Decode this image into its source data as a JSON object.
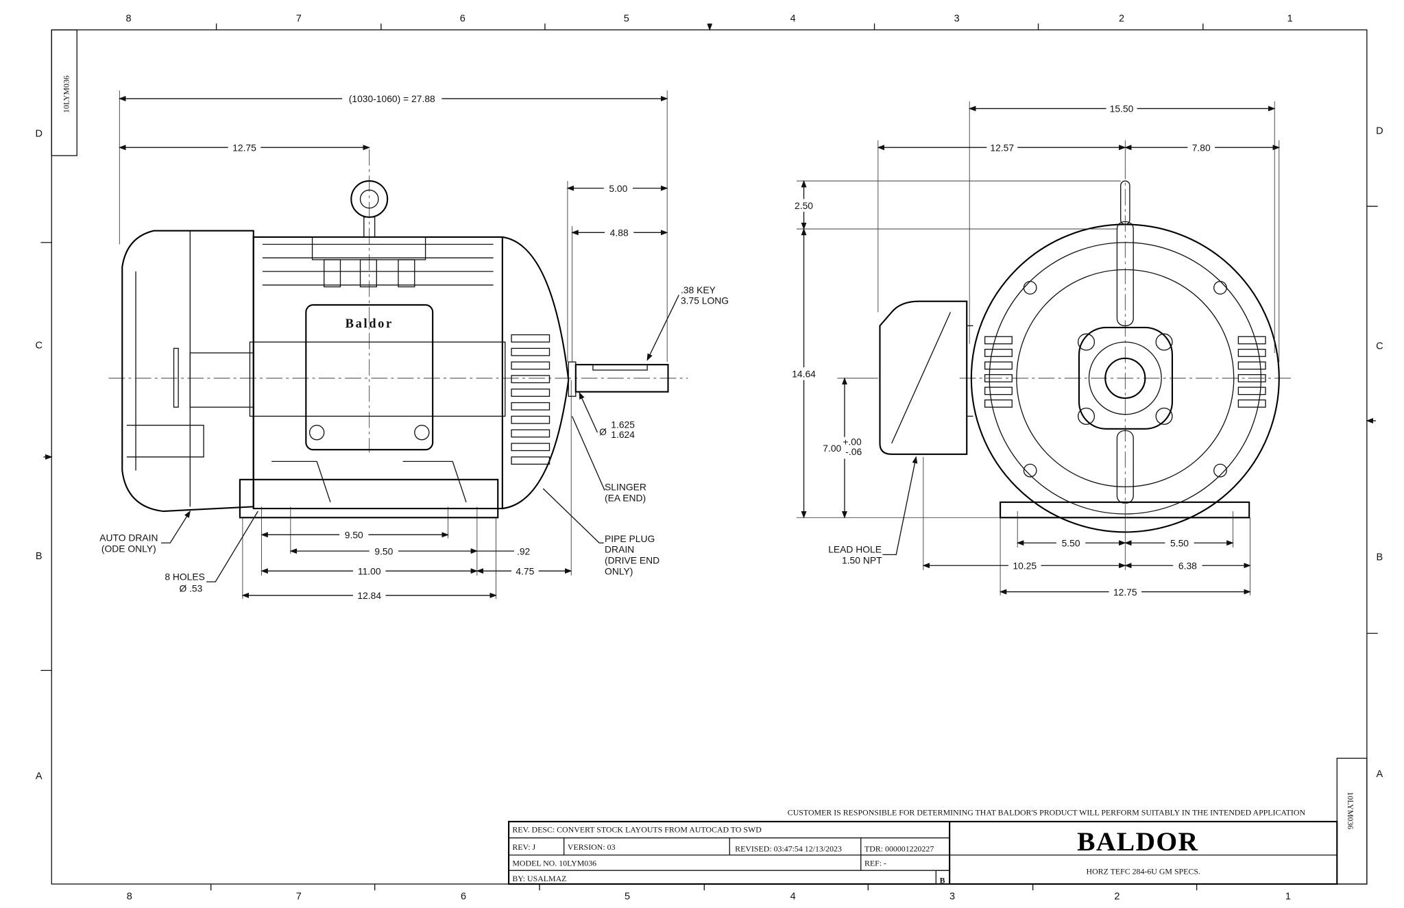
{
  "drawing_id": "10LYM036",
  "zones": {
    "columns_top": [
      "8",
      "7",
      "6",
      "5",
      "4",
      "3",
      "2",
      "1"
    ],
    "columns_bottom": [
      "8",
      "7",
      "6",
      "5",
      "4",
      "3",
      "2",
      "1"
    ],
    "rows": [
      "D",
      "C",
      "B",
      "A"
    ]
  },
  "side_view": {
    "overall": "(1030-1060) = 27.88",
    "d_12_75": "12.75",
    "d_5_00": "5.00",
    "d_4_88": "4.88",
    "key_1": ".38 KEY",
    "key_2": "3.75 LONG",
    "shaft_dia_1": "1.625",
    "shaft_dia_2": "1.624",
    "dia_symbol": "Ø",
    "slinger_1": "SLINGER",
    "slinger_2": "(EA END)",
    "pipe_1": "PIPE PLUG",
    "pipe_2": "DRAIN",
    "pipe_3": "(DRIVE END",
    "pipe_4": "ONLY)",
    "auto_1": "AUTO DRAIN",
    "auto_2": "(ODE ONLY)",
    "holes_1": "8 HOLES",
    "holes_2": "Ø .53",
    "d_9_50a": "9.50",
    "d_9_50b": "9.50",
    "d_0_92": ".92",
    "d_11_00": "11.00",
    "d_4_75": "4.75",
    "d_12_84": "12.84",
    "nameplate": "Baldor"
  },
  "end_view": {
    "d_15_50": "15.50",
    "d_12_57": "12.57",
    "d_7_80": "7.80",
    "d_2_50": "2.50",
    "d_14_64": "14.64",
    "d_7_00": "7.00",
    "tol_plus": "+.00",
    "tol_minus": "-.06",
    "lead_1": "LEAD HOLE",
    "lead_2": "1.50 NPT",
    "d_5_50a": "5.50",
    "d_5_50b": "5.50",
    "d_10_25": "10.25",
    "d_6_38": "6.38",
    "d_12_75": "12.75"
  },
  "title_block": {
    "notice": "CUSTOMER IS RESPONSIBLE FOR DETERMINING THAT BALDOR'S PRODUCT WILL PERFORM SUITABLY IN THE INTENDED APPLICATION",
    "rev_desc": "REV. DESC: CONVERT STOCK LAYOUTS FROM AUTOCAD TO SWD",
    "rev": "REV:  J",
    "version": "VERSION:  03",
    "revised": "REVISED:  03:47:54 12/13/2023",
    "tdr": "TDR: 000001220227",
    "model": "MODEL NO.  10LYM036",
    "ref": "REF:  -",
    "by": "BY: USALMAZ",
    "size": "B",
    "logo": "BALDOR",
    "description": "HORZ TEFC 284-6U GM SPECS."
  }
}
